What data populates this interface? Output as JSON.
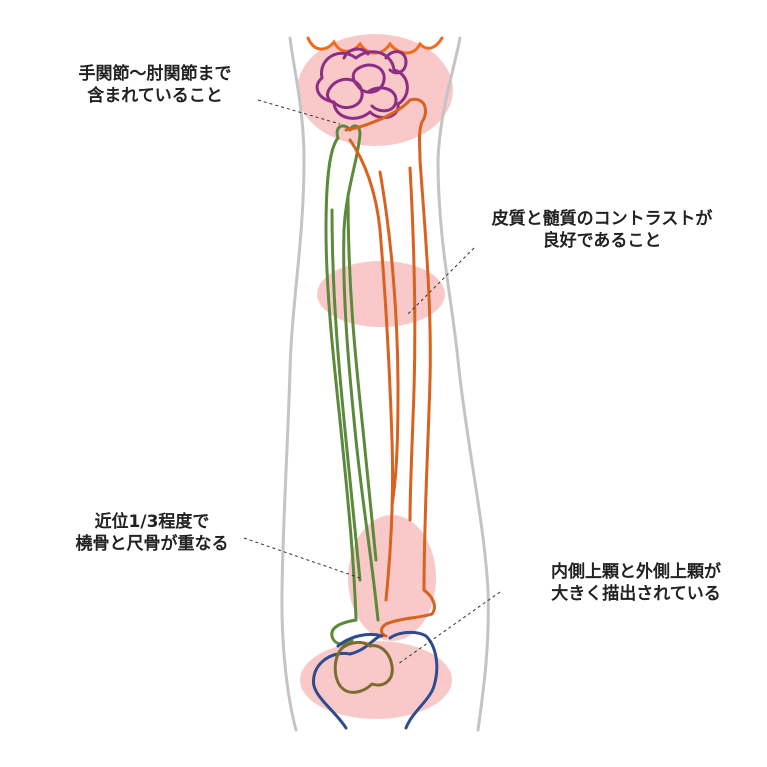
{
  "annotations": {
    "wrist_elbow": {
      "line1": "手関節〜肘関節まで",
      "line2": "含まれていること"
    },
    "cortex_medulla": {
      "line1": "皮質と髄質のコントラストが",
      "line2": "良好であること"
    },
    "radius_ulna_overlap": {
      "line1": "近位1/3程度で",
      "line2": "橈骨と尺骨が重なる"
    },
    "epicondyles": {
      "line1": "内側上顆と外側上顆が",
      "line2": "大きく描出されている"
    }
  },
  "colors": {
    "highlight": "#f9c9c9",
    "forearm_outline": "#c4c4c4",
    "radius": "#5a8a3a",
    "ulna": "#d8621e",
    "carpal_bones": "#8e2d86",
    "hand_outline": "#f26a1b",
    "humerus": "#2e4b8e",
    "elbow_overlap": "#7c6b2f",
    "leader_line": "#333333"
  }
}
